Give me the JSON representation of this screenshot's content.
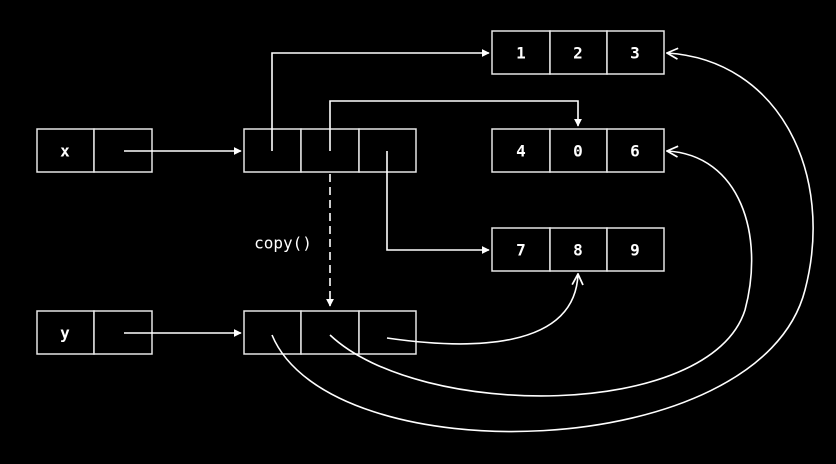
{
  "variables": {
    "x": "x",
    "y": "y"
  },
  "copy_call": "copy()",
  "inner_lists": [
    [
      "1",
      "2",
      "3"
    ],
    [
      "4",
      "0",
      "6"
    ],
    [
      "7",
      "8",
      "9"
    ]
  ],
  "colors": {
    "background": "#000000",
    "foreground": "#ffffff",
    "highlight": "#19b8cf"
  }
}
